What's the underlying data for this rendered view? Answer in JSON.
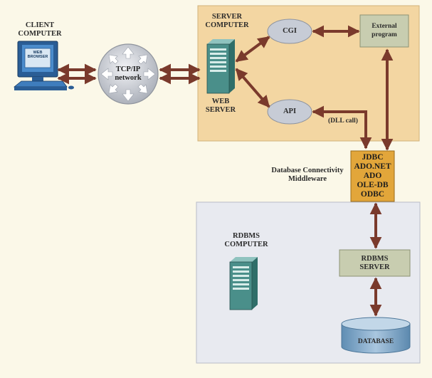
{
  "labels": {
    "client_computer": "CLIENT\nCOMPUTER",
    "web_browser": "WEB\nBROWSER",
    "tcpip": "TCP/IP\nnetwork",
    "server_computer": "SERVER\nCOMPUTER",
    "web_server": "WEB\nSERVER",
    "cgi": "CGI",
    "api": "API",
    "external_program": "External\nprogram",
    "dll_call": "(DLL call)",
    "middleware_caption": "Database Connectivity\nMiddleware",
    "middleware_items": [
      "JDBC",
      "ADO.NET",
      "ADO",
      "OLE-DB",
      "ODBC"
    ],
    "rdbms_computer": "RDBMS\nCOMPUTER",
    "rdbms_server": "RDBMS\nSERVER",
    "database": "DATABASE"
  },
  "colors": {
    "background": "#fbf8e8",
    "server_panel": "#f3d6a2",
    "rdbms_panel": "#e8eaf0",
    "arrow": "#7a3a2c",
    "middleware": "#e2a63a",
    "ellipse_node": "#c7ccd6",
    "rect_node": "#c8cdb0",
    "database": "#7aa3c4",
    "tower": "#4a8f8a",
    "monitor": "#2e6fb0"
  },
  "icons": [
    "client-computer-icon",
    "network-cloud-icon",
    "server-tower-icon",
    "database-cylinder-icon"
  ]
}
